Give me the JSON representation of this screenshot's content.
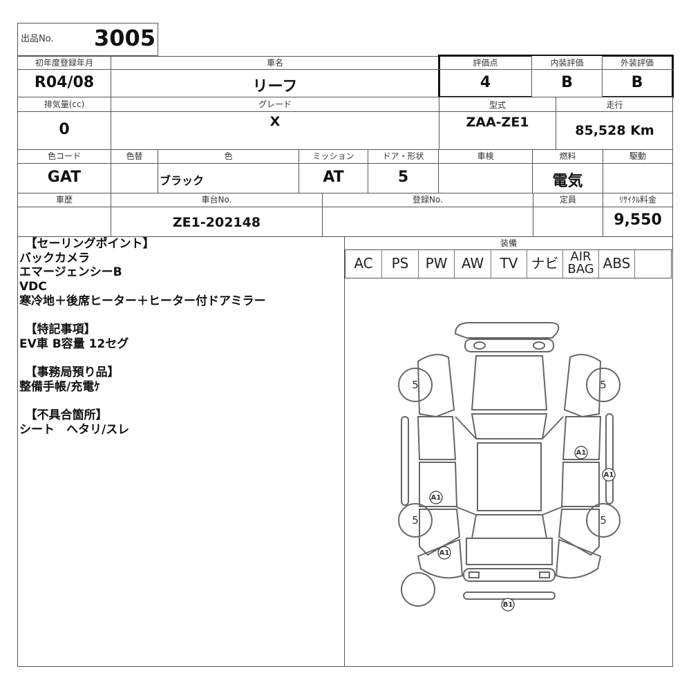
{
  "lot": {
    "label": "出品No.",
    "number": "3005"
  },
  "row1": {
    "reg_year_label": "初年度登録年月",
    "reg_year": "R04/08",
    "car_name_label": "車名",
    "car_name": "リーフ",
    "score_label": "評価点",
    "score": "4",
    "interior_label": "内装評価",
    "interior": "B",
    "exterior_label": "外装評価",
    "exterior": "B"
  },
  "row2": {
    "displacement_label": "排気量(cc)",
    "displacement": "0",
    "grade_label": "グレード",
    "grade": "X",
    "model_label": "型式",
    "model": "ZAA-ZE1",
    "mileage_label": "走行",
    "mileage": "85,528 Km"
  },
  "row3": {
    "color_code_label": "色コード",
    "color_code": "GAT",
    "repaint_label": "色替",
    "repaint": "",
    "color_label": "色",
    "color": "ブラック",
    "mission_label": "ミッション",
    "mission": "AT",
    "doors_label": "ドア・形状",
    "doors": "5",
    "inspection_label": "車検",
    "inspection": "",
    "fuel_label": "燃料",
    "fuel": "電気",
    "drive_label": "駆動",
    "drive": ""
  },
  "row4": {
    "history_label": "車歴",
    "history": "",
    "chassis_label": "車台No.",
    "chassis": "ZE1-202148",
    "reg_no_label": "登録No.",
    "reg_no": "",
    "capacity_label": "定員",
    "capacity": "",
    "recycle_label": "ﾘｻｲｸﾙ料金",
    "recycle": "9,550"
  },
  "notes": [
    "　【セーリングポイント】",
    "バックカメラ",
    "エマージェンシーB",
    "VDC",
    "寒冷地＋後席ヒーター＋ヒーター付ドアミラー",
    "",
    "　【特記事項】",
    "EV車 B容量 12セグ",
    "",
    "　【事務局預り品】",
    "整備手帳/充電ｹ",
    "",
    "　【不具合箇所】",
    "シート　ヘタリ/スレ"
  ],
  "equipment": {
    "label": "装備",
    "items": [
      "AC",
      "PS",
      "PW",
      "AW",
      "TV",
      "ナビ",
      "AIR BAG",
      "ABS",
      ""
    ]
  },
  "diagram": {
    "tire_front_left": "5",
    "tire_front_right": "5",
    "tire_rear_left": "5",
    "tire_rear_right": "5",
    "mark_right_door": "A1",
    "mark_right_fender": "A1",
    "mark_left_door": "A1",
    "mark_left_rear": "A1",
    "mark_rear_bumper": "B1"
  }
}
